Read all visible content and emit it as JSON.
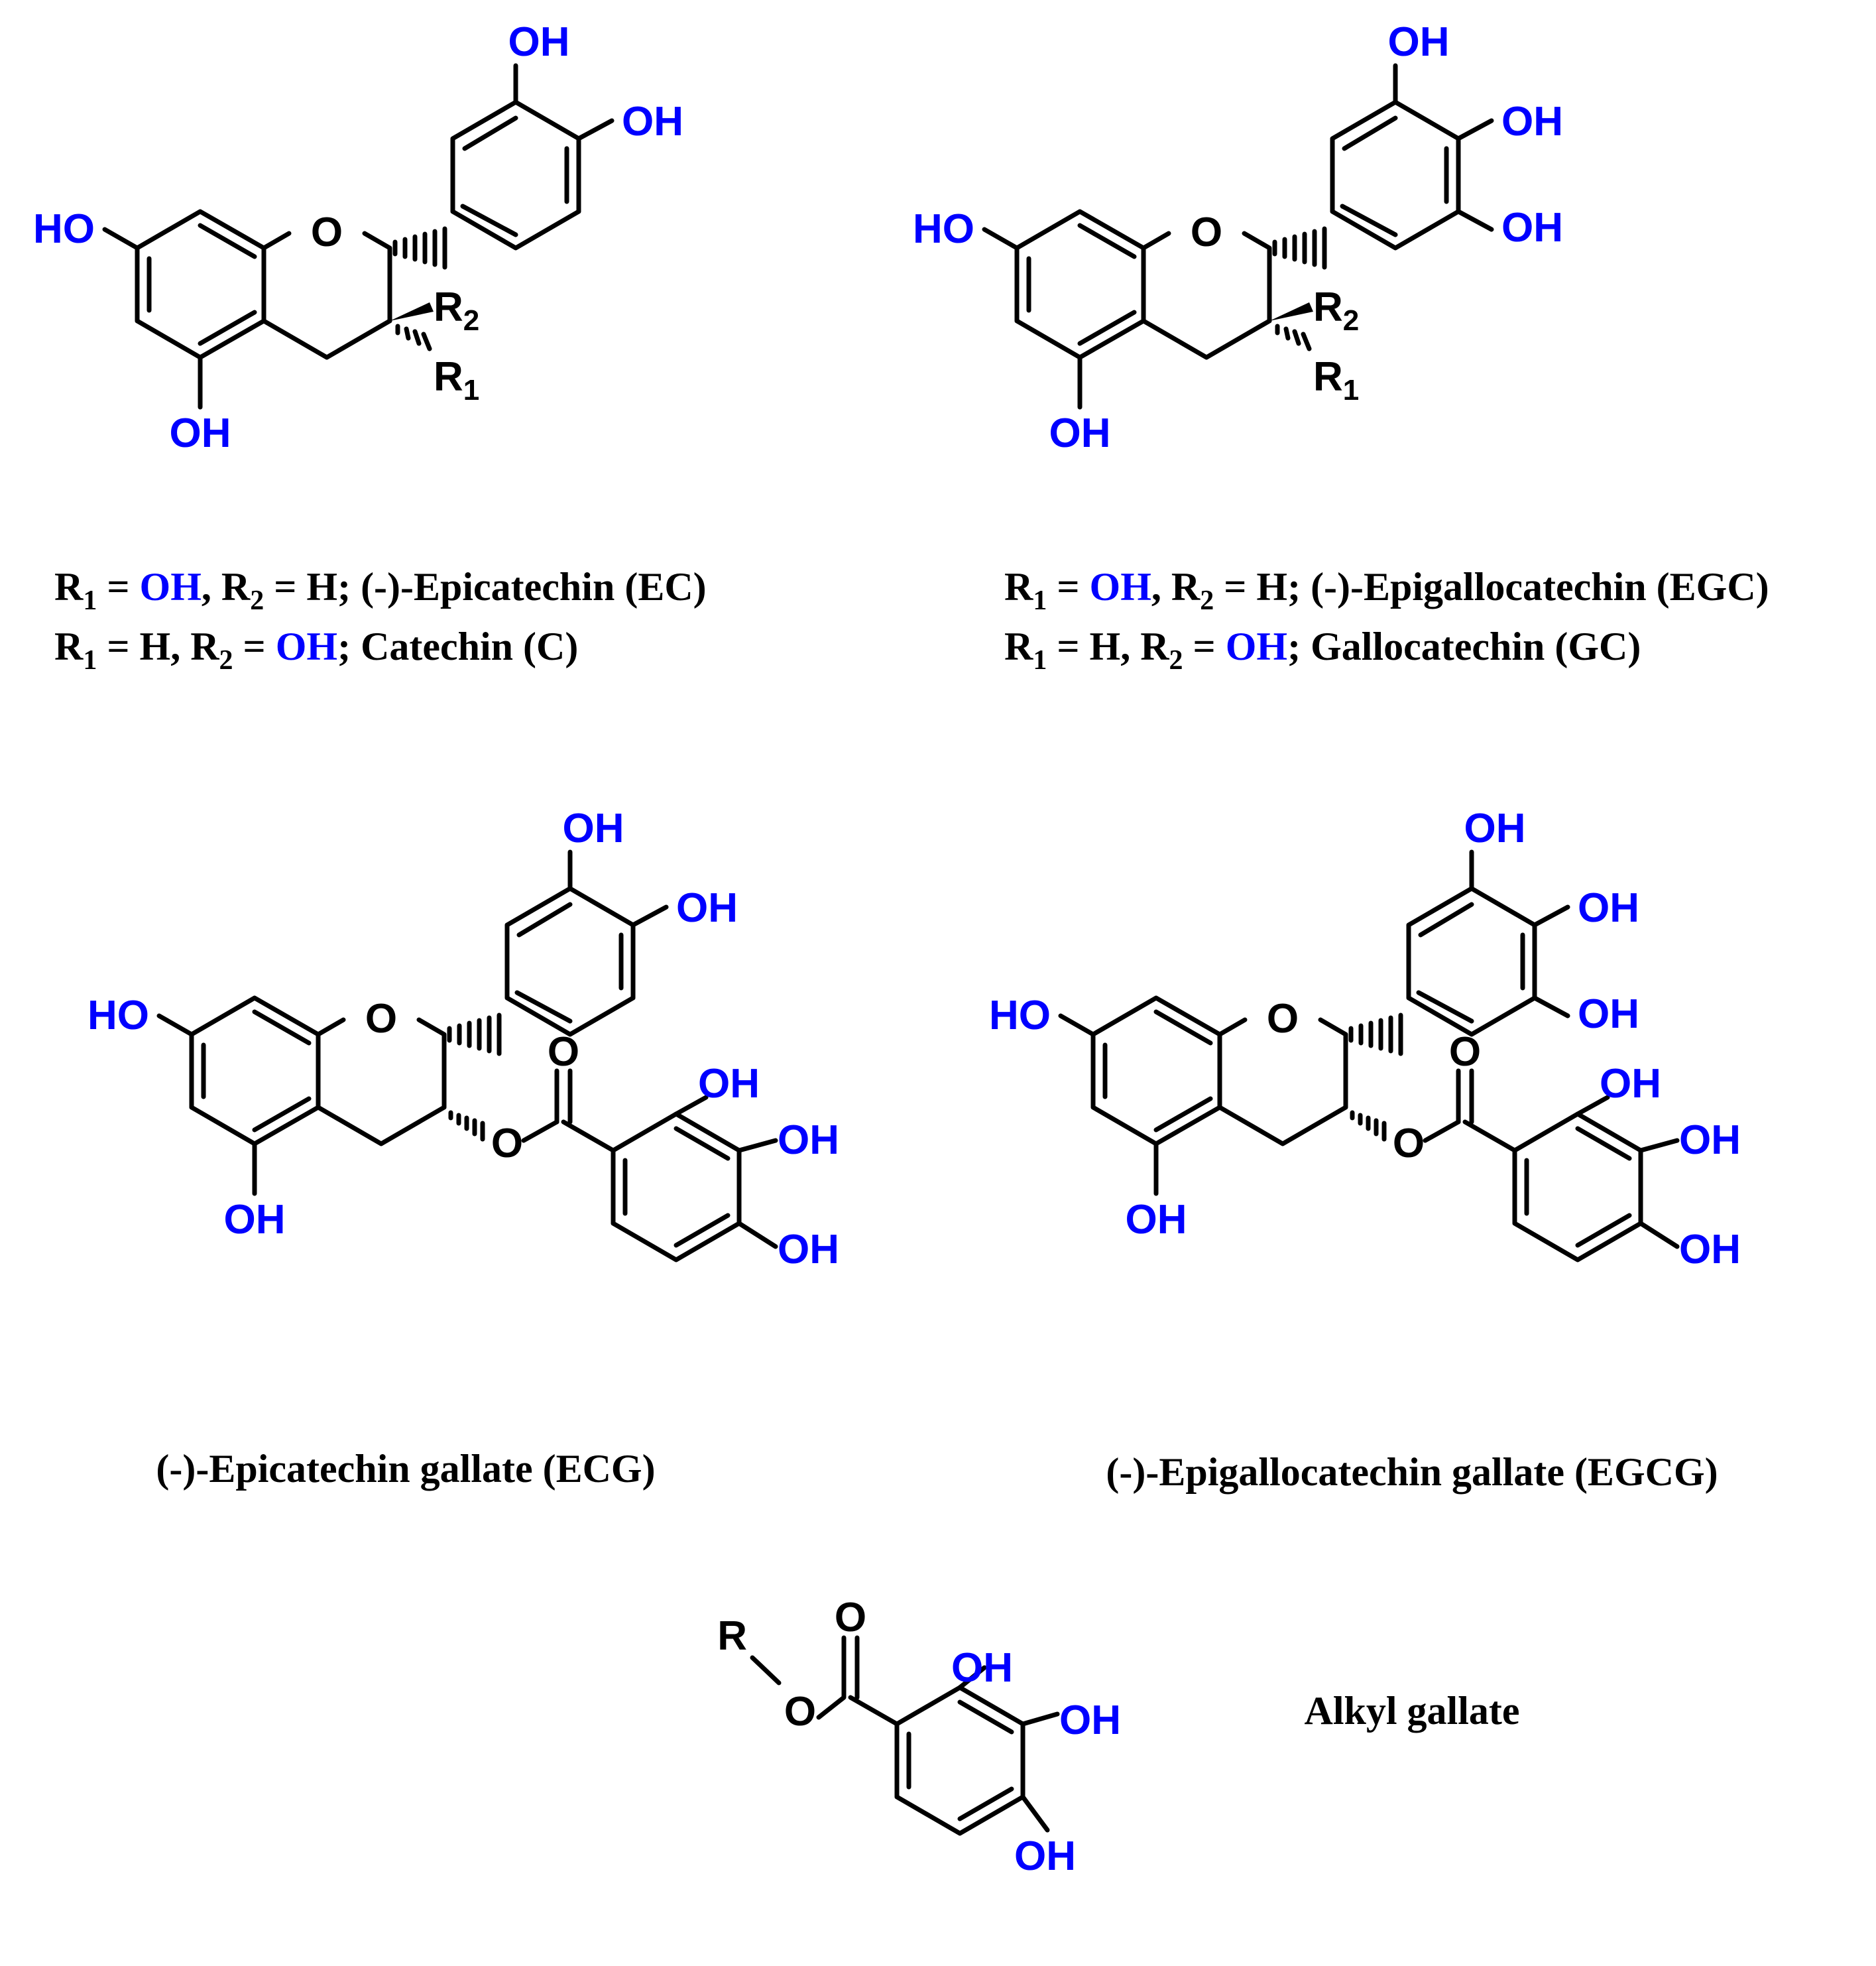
{
  "atoms": {
    "oh": "OH",
    "ho": "HO",
    "o": "O",
    "r": "R",
    "r_letter": "R",
    "sub1": "1",
    "sub2": "2"
  },
  "captions": {
    "ec_c": {
      "line1": {
        "r1": "R",
        "r1_sub": "1",
        "eq1": " = ",
        "v1": "OH",
        "mid": ", R",
        "r2_sub": "2",
        "eq2": " = H; (-)-Epicatechin (EC)"
      },
      "line2": {
        "r1": "R",
        "r1_sub": "1",
        "eq1": " = H, R",
        "r2_sub": "2",
        "eq2": " = ",
        "v2": "OH",
        "tail": "; Catechin (C)"
      }
    },
    "egc_gc": {
      "line1": {
        "r1": "R",
        "r1_sub": "1",
        "eq1": " = ",
        "v1": "OH",
        "mid": ", R",
        "r2_sub": "2",
        "eq2": " = H; (-)-Epigallocatechin (EGC)"
      },
      "line2": {
        "r1": "R",
        "r1_sub": "1",
        "eq1": " = H, R",
        "r2_sub": "2",
        "eq2": " = ",
        "v2": "OH",
        "tail": "; Gallocatechin (GC)"
      }
    },
    "ecg": "(-)-Epicatechin gallate (ECG)",
    "egcg": "(-)-Epigallocatechin gallate (EGCG)",
    "alkyl": "Alkyl gallate"
  },
  "colors": {
    "heteroatom": "#0000ff",
    "bond": "#000000",
    "background": "#ffffff"
  }
}
